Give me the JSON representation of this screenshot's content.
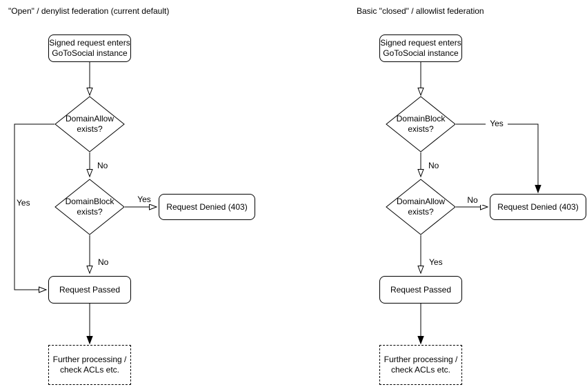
{
  "colors": {
    "stroke": "#000000",
    "background": "#ffffff",
    "text": "#000000"
  },
  "charts": {
    "left": {
      "title": "\"Open\" / denylist federation (current default)",
      "nodes": {
        "start": "Signed request enters\nGoToSocial instance",
        "decision1": "DomainAllow\nexists?",
        "decision2": "DomainBlock\nexists?",
        "denied": "Request Denied (403)",
        "passed": "Request Passed",
        "further": "Further processing /\ncheck ACLs etc."
      },
      "edge_labels": {
        "decision1_yes": "Yes",
        "decision1_no": "No",
        "decision2_yes": "Yes",
        "decision2_no": "No"
      }
    },
    "right": {
      "title": "Basic \"closed\" / allowlist federation",
      "nodes": {
        "start": "Signed request enters\nGoToSocial instance",
        "decision1": "DomainBlock\nexists?",
        "decision2": "DomainAllow\nexists?",
        "denied": "Request Denied (403)",
        "passed": "Request Passed",
        "further": "Further processing /\ncheck ACLs etc."
      },
      "edge_labels": {
        "decision1_yes": "Yes",
        "decision1_no": "No",
        "decision2_no": "No",
        "decision2_yes": "Yes"
      }
    }
  }
}
